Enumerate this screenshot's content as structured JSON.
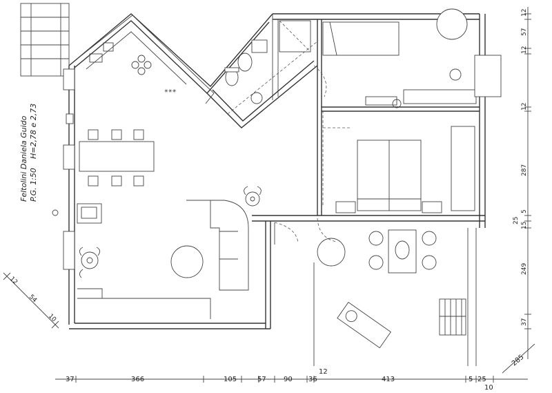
{
  "annotation": {
    "owner": "Feltolini Daniela Guido",
    "scale": "P.G. 1:50",
    "height": "H=2,78 e 2,73"
  },
  "dimensions": {
    "bottom": [
      "37",
      "366",
      "105",
      "57",
      "90",
      "36",
      "12",
      "413",
      "5",
      "25",
      "10"
    ],
    "right": [
      "12",
      "57",
      "12",
      "12",
      "287",
      "5",
      "25",
      "15",
      "249",
      "37"
    ],
    "left_diag": [
      "12",
      "54",
      "10"
    ],
    "corner": "285"
  }
}
